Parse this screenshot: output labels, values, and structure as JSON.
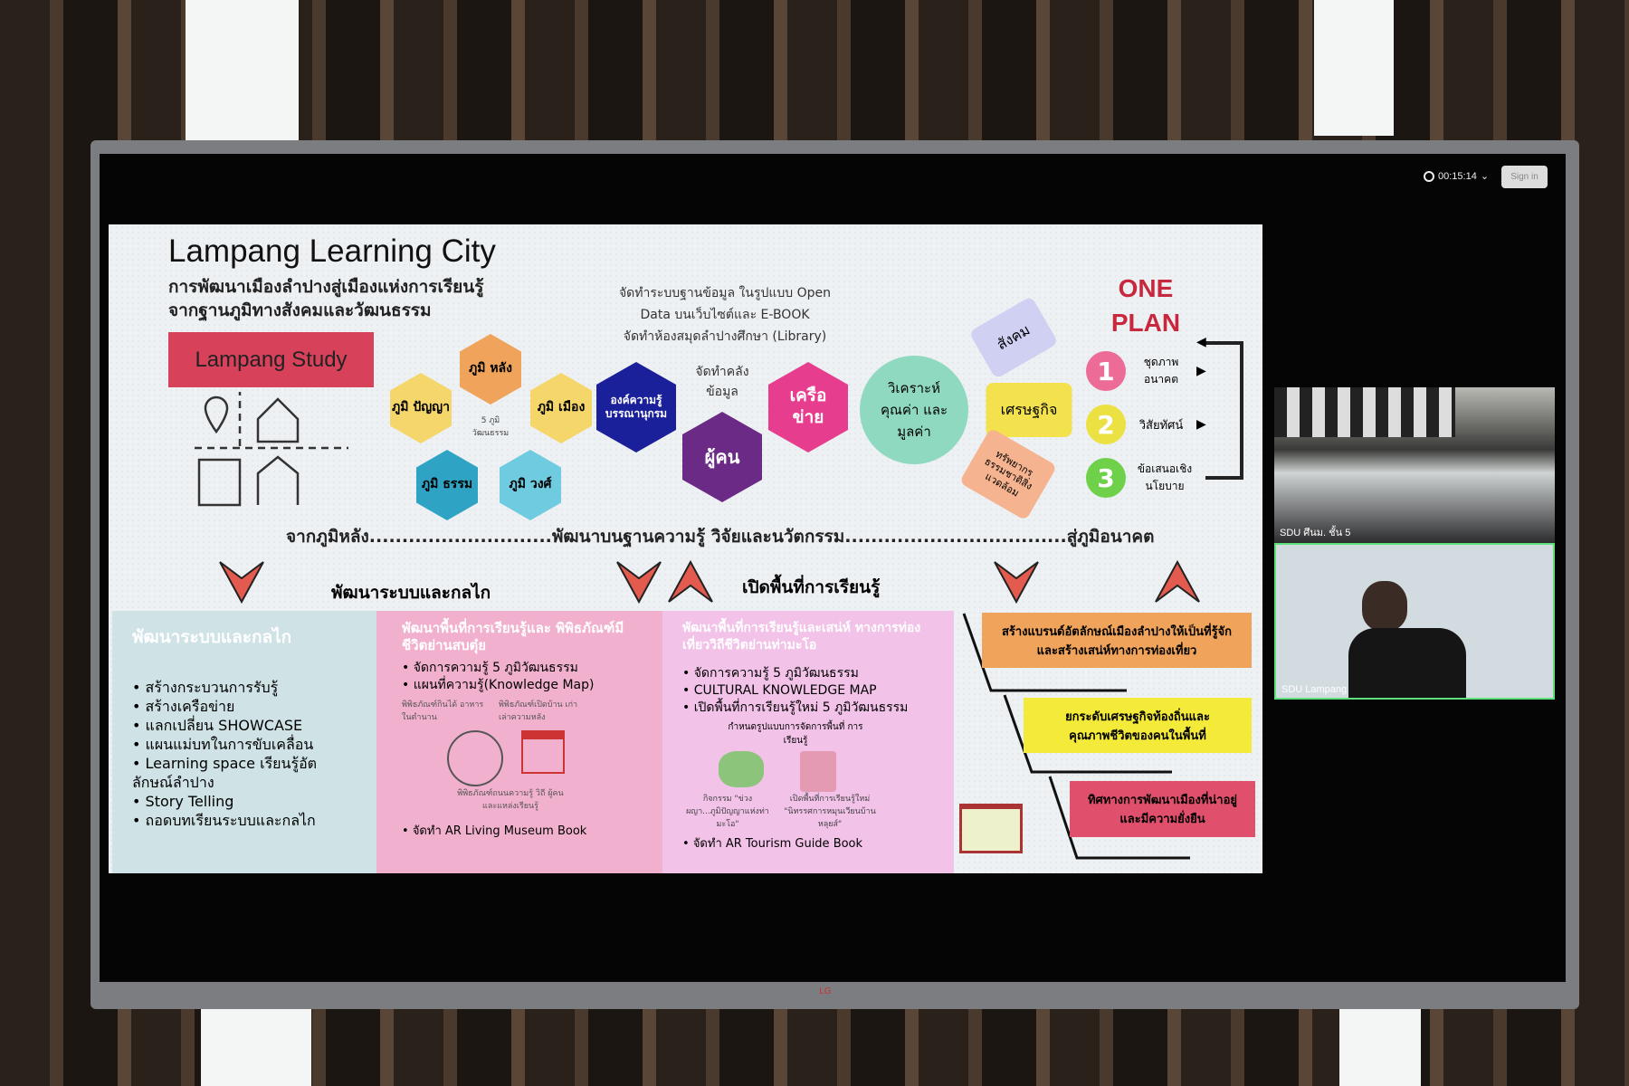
{
  "slide": {
    "title": "Lampang Learning City",
    "subtitle_1": "การพัฒนาเมืองลำปางสู่เมืองแห่งการเรียนรู้",
    "subtitle_2": "จากฐานภูมิทางสังคมและวัฒนธรรม",
    "lampang_study": "Lampang Study",
    "hexes": {
      "lang": "ภูมิ หลัง",
      "panya": "ภูมิ ปัญญา",
      "muang": "ภูมิ เมือง",
      "tham": "ภูมิ ธรรม",
      "wong": "ภูมิ วงศ์",
      "center": "5 ภูมิ วัฒนธรรม"
    },
    "knowledge_hex": "องค์ความรู้ บรรณานุกรม",
    "people_hex": "ผู้คน",
    "network_hex": "เครือ ข่าย",
    "data_text_1": "จัดทำระบบฐานข้อมูล ในรูปแบบ Open Data บนเว็บไซต์และ E-BOOK",
    "data_text_2": "จัดทำห้องสมุดลำปางศึกษา (Library)",
    "data_text_3": "จัดทำคลัง ข้อมูล",
    "analyze": "วิเคราะห์ คุณค่า และมูลค่า",
    "petals": {
      "social": "สังคม",
      "economy": "เศรษฐกิจ",
      "resource": "ทรัพยากร ธรรมชาติสิ่ง แวดล้อม"
    },
    "one_plan": "ONE PLAN",
    "plan_items": [
      {
        "num": "1",
        "label": "ชุดภาพ อนาคต"
      },
      {
        "num": "2",
        "label": "วิสัยทัศน์"
      },
      {
        "num": "3",
        "label": "ข้อเสนอเชิง นโยบาย"
      }
    ],
    "banner": "จากภูมิหลัง............................พัฒนาบนฐานความรู้ วิจัยและนวัตกรรม..................................สู่ภูมิอนาคต",
    "section_left": "พัฒนาระบบและกลไก",
    "section_mid": "เปิดพื้นที่การเรียนรู้",
    "panel1": {
      "title": "พัฒนาระบบและกลไก",
      "items": [
        "สร้างกระบวนการรับรู้",
        "สร้างเครือข่าย",
        "แลกเปลี่ยน SHOWCASE",
        "แผนแม่บทในการขับเคลื่อน",
        "Learning space เรียนรู้อัตลักษณ์ลำปาง",
        "Story Telling",
        "ถอดบทเรียนระบบและกลไก"
      ]
    },
    "panel2": {
      "title": "พัฒนาพื้นที่การเรียนรู้และ พิพิธภัณฑ์มีชีวิตย่านสบตุ๋ย",
      "items": [
        "จัดการความรู้ 5 ภูมิวัฒนธรรม",
        "แผนที่ความรู้(Knowledge Map)"
      ],
      "cap1": "พิพิธภัณฑ์กินได้ อาหารในตำนาน",
      "cap2": "พิพิธภัณฑ์เปิดบ้าน เก่าเล่าความหลัง",
      "cap3": "พิพิธภัณฑ์ถนนความรู้ วิถี ผู้คนและแหล่งเรียนรู้",
      "last": "จัดทำ AR Living Museum Book"
    },
    "panel3": {
      "title": "พัฒนาพื้นที่การเรียนรู้และเสน่ห์ ทางการท่องเที่ยววิถีชีวิตย่านท่ามะโอ",
      "items": [
        "จัดการความรู้ 5 ภูมิวัฒนธรรม",
        "CULTURAL KNOWLEDGE MAP",
        "เปิดพื้นที่การเรียนรู้ใหม่ 5 ภูมิวัฒนธรรม"
      ],
      "sub": "กำหนดรูปแบบการจัดการพื้นที่ การเรียนรู้",
      "cap1": "กิจกรรม \"ข่วงผญา...ภูมิปัญญาแห่งท่ามะโอ\"",
      "cap2": "เปิดพื้นที่การเรียนรู้ใหม่ \"นิทรรศการหมุนเวียนบ้านหลุยส์\"",
      "last": "จัดทำ AR Tourism Guide Book"
    },
    "goals": [
      "สร้างแบรนด์อัตลักษณ์เมืองลำปางให้เป็นที่รู้จักและสร้างเสน่ห์ทางการท่องเที่ยว",
      "ยกระดับเศรษฐกิจท้องถิ่นและคุณภาพชีวิตของคนในพื้นที่",
      "ทิศทางการพัฒนาเมืองที่น่าอยู่และมีความยั่งยืน"
    ]
  },
  "meeting": {
    "timer": "00:15:14",
    "sign_in": "Sign in",
    "tiles": [
      {
        "name": "SDU ศึนม. ชั้น 5"
      },
      {
        "name": "SDU Lampang"
      }
    ]
  },
  "monitor_brand": "LG",
  "colors": {
    "red": "#d8415a",
    "orange": "#f0a35a",
    "yellow": "#f3ea3a",
    "navy": "#1a1f9a",
    "purple": "#6b2a86",
    "magenta": "#e63d8e",
    "teal": "#8fd9c0",
    "active": "#5ee07a"
  }
}
